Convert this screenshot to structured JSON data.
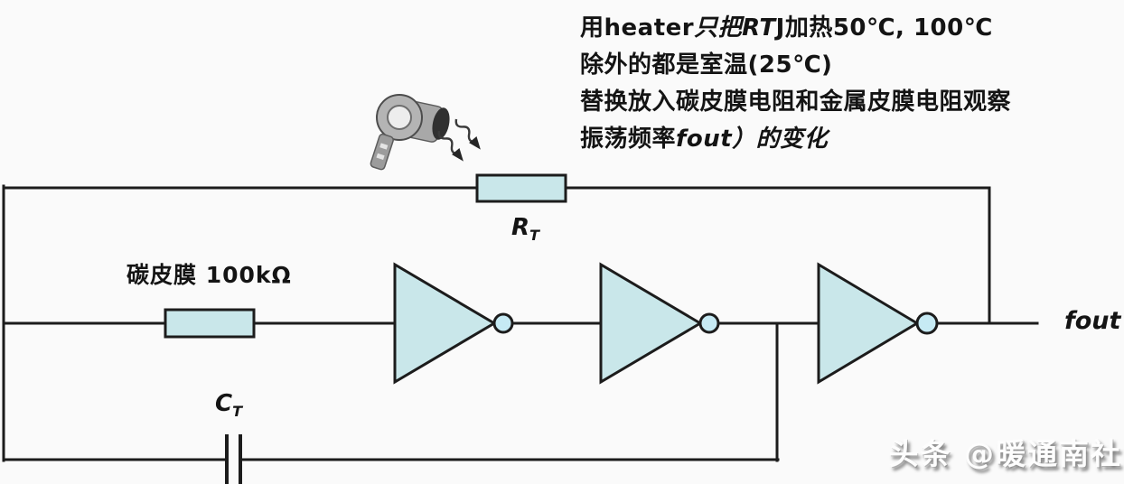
{
  "annotation": {
    "line1_normal": "用heater",
    "line1_italic": "只把RT",
    "line1_rest": "J加热50℃, 100℃",
    "line2": "除外的都是室温(25℃)",
    "line3": "替换放入碳皮膜电阻和金属皮膜电阻观察",
    "line4_normal": "振荡频率",
    "line4_italic": "fout）的变化"
  },
  "circuit": {
    "feedback_resistor": {
      "label_main": "R",
      "label_sub": "T"
    },
    "input_resistor": {
      "label": "碳皮膜 100kΩ"
    },
    "capacitor": {
      "label_main": "C",
      "label_sub": "T"
    },
    "output_label": "fout",
    "inverter_count": 3
  },
  "icons": {
    "heater": "hair-dryer-icon",
    "heat": "heat-arrows-icon"
  },
  "colors": {
    "background": "#fafafa",
    "line": "#1c1c1c",
    "component_fill": "#c9e7ea",
    "bubble_fill": "#c6eaf4",
    "text": "#141414"
  },
  "watermark": "头条 @暖通南社"
}
